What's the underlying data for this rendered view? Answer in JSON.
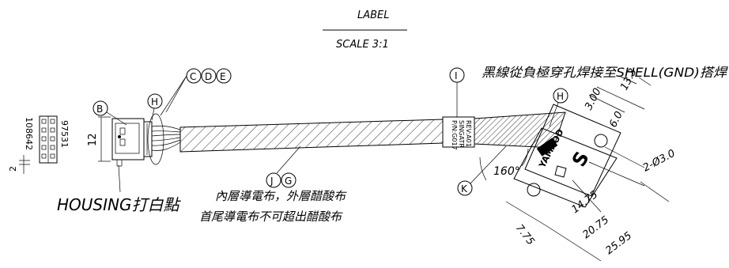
{
  "label_block": {
    "label": "LABEL",
    "scale": "SCALE 3:1"
  },
  "connector_end": {
    "pin_numbers_left": "108642",
    "pin_numbers_right": "97531",
    "pitch": "2",
    "housing_height": "12",
    "note": "HOUSING打白點"
  },
  "balloons": {
    "b": "B",
    "h": "H",
    "c": "C",
    "d": "D",
    "e": "E",
    "i": "I",
    "j": "J",
    "g": "G",
    "k": "K"
  },
  "cable": {
    "note_line1": "內層導電布，外層醋酸布",
    "note_line2": "首尾導電布不可超出醋酸布"
  },
  "label_tag": {
    "line1": "P/N:G017",
    "line2": "SINGATR",
    "line3": "REV:A01"
  },
  "shell_note": "黑線從負極穿孔焊接至SHELL(GND)搭焊",
  "jack_end": {
    "brand": "YAMAOD",
    "angle": "160°",
    "dims": {
      "d_300": "3.00",
      "d_133": "13.3",
      "d_60": "6.0",
      "holes": "2-Ø3.0",
      "d_1475": "14.75",
      "d_2075": "20.75",
      "d_775": "7.75",
      "d_2595": "25.95"
    }
  }
}
